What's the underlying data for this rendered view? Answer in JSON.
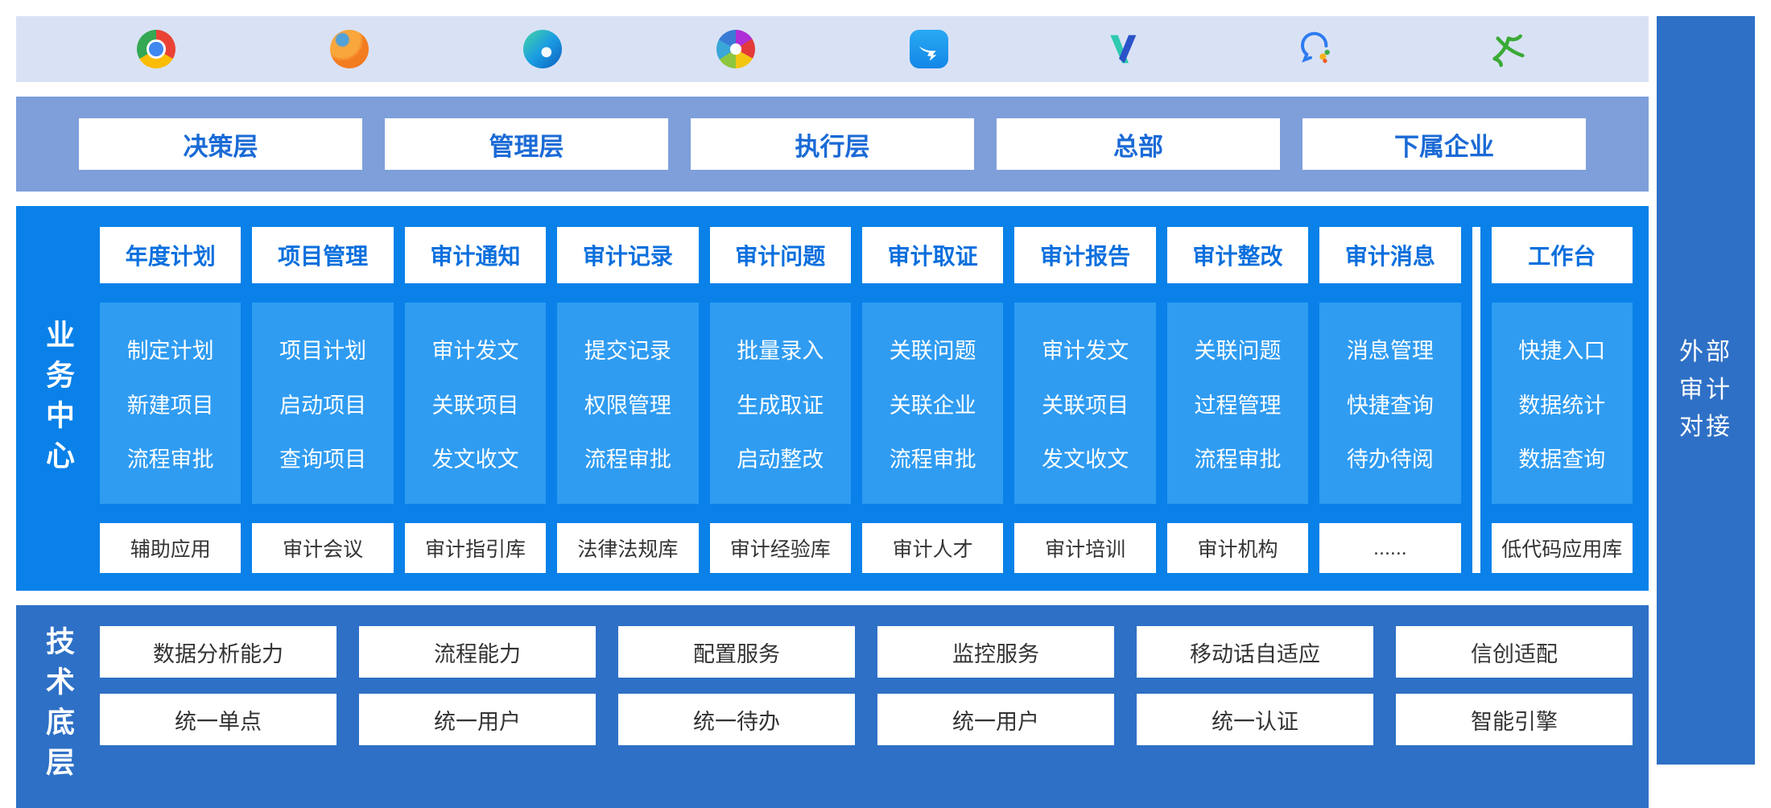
{
  "colors": {
    "topstrip_bg": "#d9e2f5",
    "org_bg": "#7e9fda",
    "org_text": "#1a6ad6",
    "business_bg": "#0a81e9",
    "subcard_bg": "#2f9cf2",
    "header_text": "#0a6fdd",
    "tech_bg": "#2e70c6"
  },
  "top_bar": {
    "icons": [
      "chrome-icon",
      "firefox-icon",
      "edge-icon",
      "pinwheel-browser-icon",
      "dingtalk-icon",
      "v-check-app-icon",
      "wecom-icon",
      "green-figure-app-icon"
    ]
  },
  "org_layers": {
    "items": [
      "决策层",
      "管理层",
      "执行层",
      "总部",
      "下属企业"
    ]
  },
  "business_center": {
    "label": "业务中心",
    "columns": [
      {
        "header": "年度计划",
        "items": [
          "制定计划",
          "新建项目",
          "流程审批"
        ]
      },
      {
        "header": "项目管理",
        "items": [
          "项目计划",
          "启动项目",
          "查询项目"
        ]
      },
      {
        "header": "审计通知",
        "items": [
          "审计发文",
          "关联项目",
          "发文收文"
        ]
      },
      {
        "header": "审计记录",
        "items": [
          "提交记录",
          "权限管理",
          "流程审批"
        ]
      },
      {
        "header": "审计问题",
        "items": [
          "批量录入",
          "生成取证",
          "启动整改"
        ]
      },
      {
        "header": "审计取证",
        "items": [
          "关联问题",
          "关联企业",
          "流程审批"
        ]
      },
      {
        "header": "审计报告",
        "items": [
          "审计发文",
          "关联项目",
          "发文收文"
        ]
      },
      {
        "header": "审计整改",
        "items": [
          "关联问题",
          "过程管理",
          "流程审批"
        ]
      },
      {
        "header": "审计消息",
        "items": [
          "消息管理",
          "快捷查询",
          "待办待阅"
        ]
      },
      {
        "header": "工作台",
        "items": [
          "快捷入口",
          "数据统计",
          "数据查询"
        ]
      }
    ],
    "library_row": [
      "辅助应用",
      "审计会议",
      "审计指引库",
      "法律法规库",
      "审计经验库",
      "审计人才",
      "审计培训",
      "审计机构",
      "......",
      "低代码应用库"
    ]
  },
  "tech_base": {
    "label": "技术底层",
    "rows": [
      [
        "数据分析能力",
        "流程能力",
        "配置服务",
        "监控服务",
        "移动话自适应",
        "信创适配"
      ],
      [
        "统一单点",
        "统一用户",
        "统一待办",
        "统一用户",
        "统一认证",
        "智能引擎"
      ]
    ]
  },
  "external": {
    "label": "外部审计对接"
  }
}
